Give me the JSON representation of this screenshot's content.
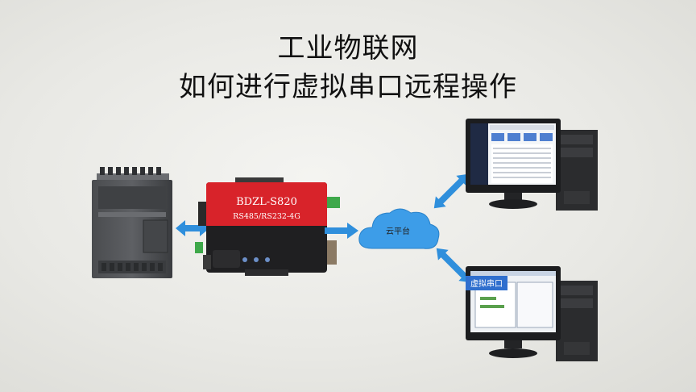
{
  "title": {
    "line1": "工业物联网",
    "line2": "如何进行虚拟串口远程操作"
  },
  "device": {
    "model": "BDZL-S820",
    "interface": "RS485/RS232-4G"
  },
  "cloud": {
    "label": "云平台"
  },
  "computer_bottom": {
    "window_label": "虚拟串口"
  },
  "colors": {
    "arrow": "#2f8fdc",
    "device_red": "#d8232a",
    "cloud": "#3d9de8",
    "background": "#ececE8"
  }
}
